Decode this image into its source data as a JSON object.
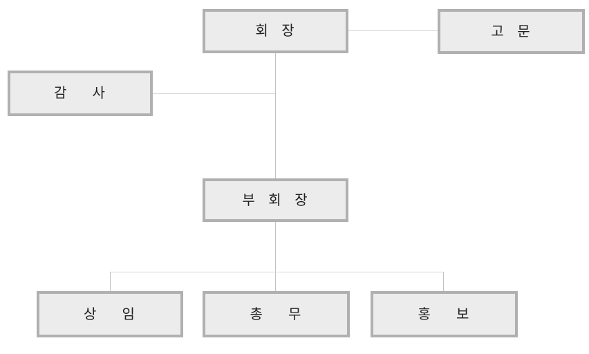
{
  "diagram": {
    "type": "org-chart",
    "background_color": "#ffffff",
    "box_style": {
      "fill_color": "#ececec",
      "border_color": "#b0b0b0",
      "text_color": "#1f1f1f"
    },
    "connector_style": {
      "vertical_line_color": "#c2c2c2",
      "horizontal_line_color": "#d6d6d6"
    },
    "nodes": [
      {
        "id": "chairman",
        "label": "회 장"
      },
      {
        "id": "advisor",
        "label": "고 문"
      },
      {
        "id": "auditor",
        "label": "감  사"
      },
      {
        "id": "vice_chairman",
        "label": "부 회 장"
      },
      {
        "id": "standing_committee",
        "label": "상  임"
      },
      {
        "id": "general_affairs",
        "label": "총  무"
      },
      {
        "id": "public_relations",
        "label": "홍  보"
      }
    ],
    "edges": [
      {
        "from": "chairman",
        "to": "advisor"
      },
      {
        "from": "chairman",
        "to": "auditor"
      },
      {
        "from": "chairman",
        "to": "vice_chairman"
      },
      {
        "from": "vice_chairman",
        "to": "standing_committee"
      },
      {
        "from": "vice_chairman",
        "to": "general_affairs"
      },
      {
        "from": "vice_chairman",
        "to": "public_relations"
      }
    ]
  }
}
